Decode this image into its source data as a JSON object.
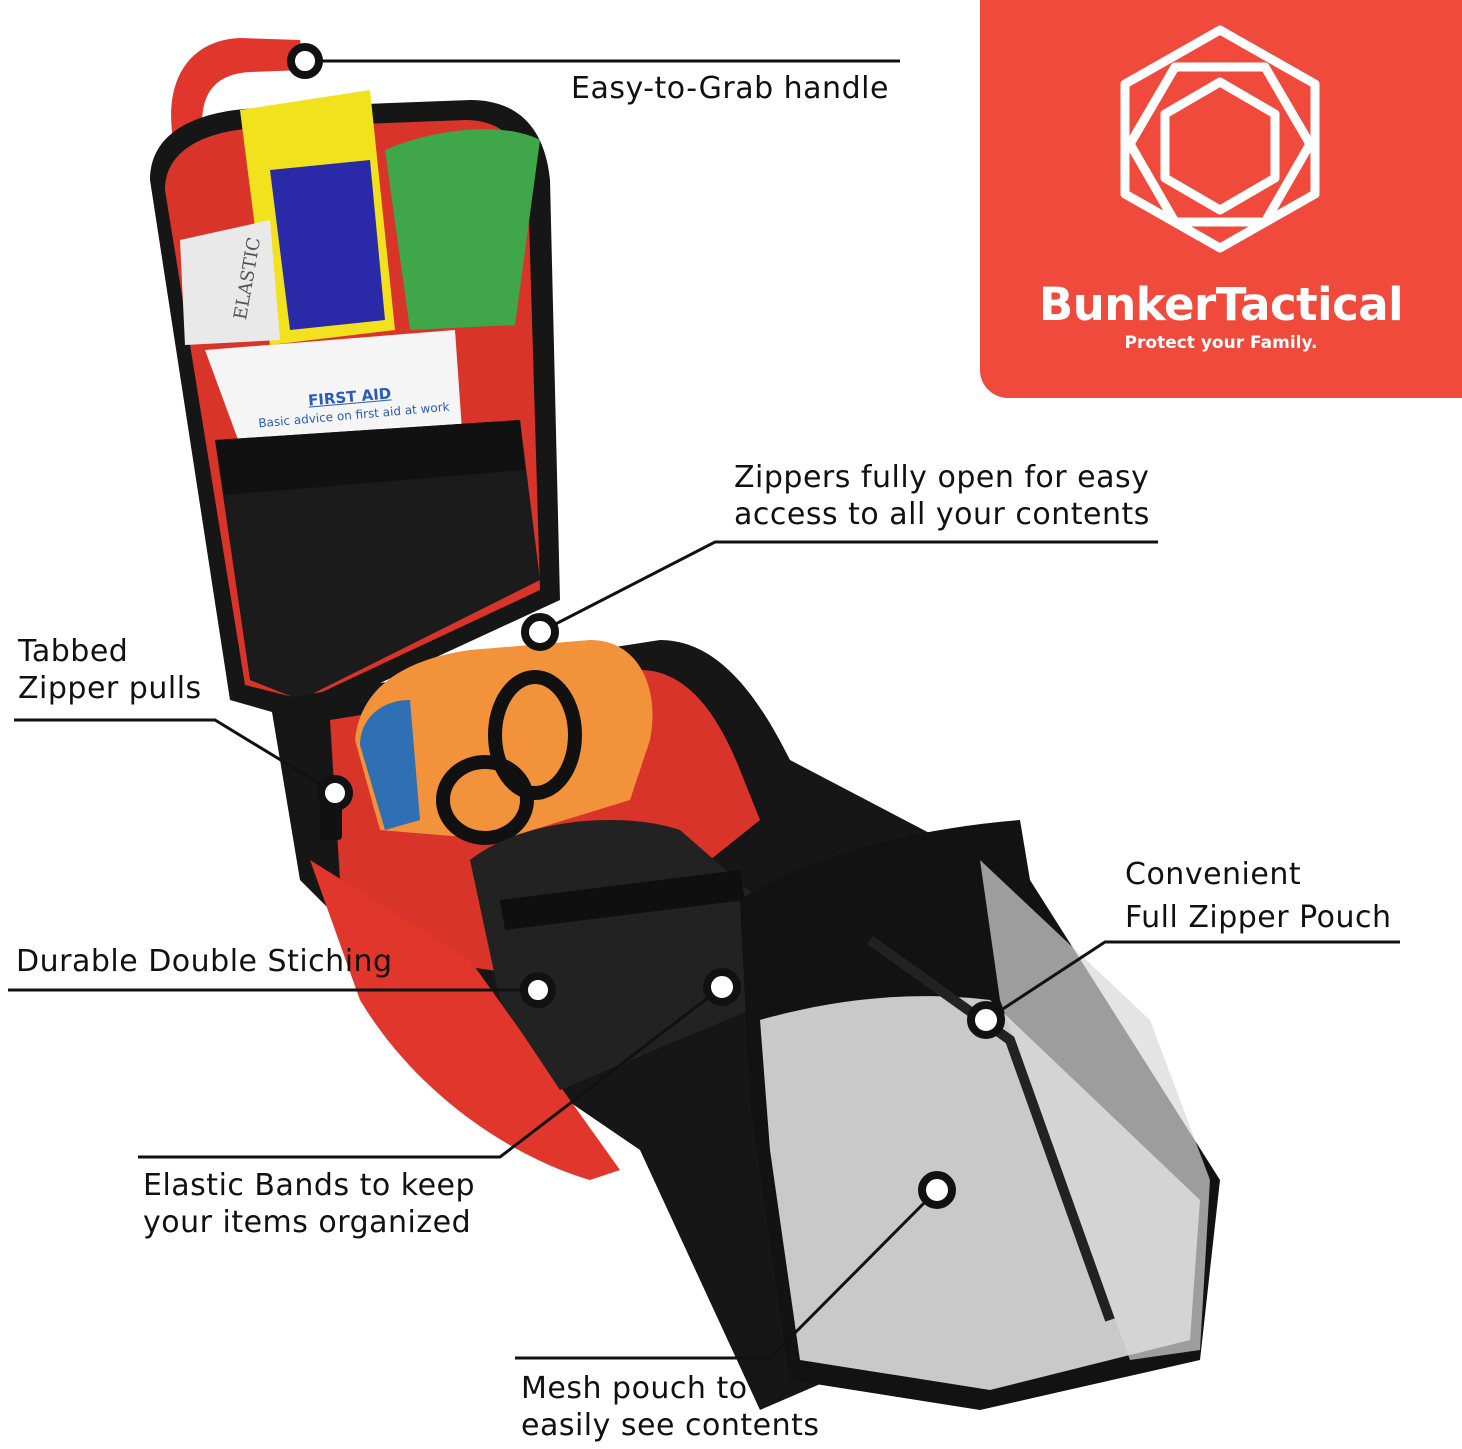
{
  "brand": {
    "name": "BunkerTactical",
    "tagline": "Protect your Family.",
    "color": "#f04a3c"
  },
  "callouts": {
    "handle": {
      "lines": [
        "Easy-to-Grab handle"
      ]
    },
    "zippers": {
      "lines": [
        "Zippers fully open for easy",
        "access to all your contents"
      ]
    },
    "tabbed": {
      "lines": [
        "Tabbed",
        "Zipper pulls"
      ]
    },
    "pouch": {
      "lines": [
        "Convenient",
        "Full Zipper Pouch"
      ]
    },
    "stitching": {
      "lines": [
        "Durable Double Stiching"
      ]
    },
    "elastic": {
      "lines": [
        "Elastic Bands to keep",
        "your items organized"
      ]
    },
    "mesh": {
      "lines": [
        "Mesh pouch to",
        "easily see contents"
      ]
    }
  },
  "product": {
    "booklet_title": "FIRST AID",
    "booklet_subtitle": "Basic advice on first aid at work",
    "bandage_label": "ELASTIC"
  },
  "colors": {
    "bag_red": "#e0362b",
    "bag_black": "#161616",
    "splint_orange": "#f2923a",
    "splint_blue": "#2f6fb3",
    "mesh_gray": "#c9c9c9",
    "packet_yellow": "#f2e21d",
    "packet_blue": "#2a2aa8",
    "packet_green": "#3fa64a"
  }
}
